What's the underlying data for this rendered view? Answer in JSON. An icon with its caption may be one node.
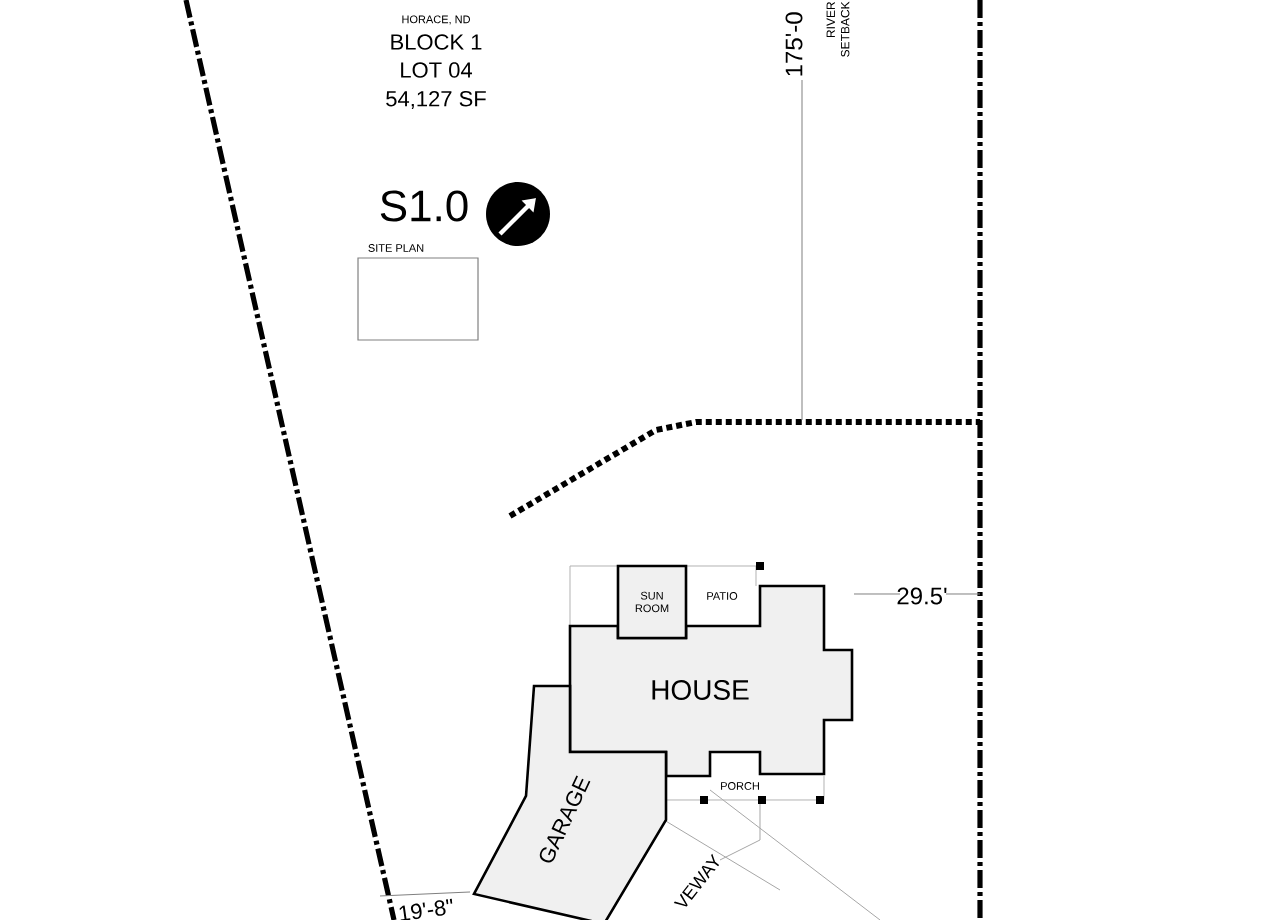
{
  "diagram": {
    "nodes": [
      {
        "text": [
          "HOUSE"
        ]
      },
      {
        "text": [
          "SUN ROOM"
        ]
      },
      {
        "text": [
          "PATIO"
        ]
      },
      {
        "text": [
          "PORCH"
        ]
      },
      {
        "text": [
          "GARAGE"
        ]
      },
      {
        "text": [
          "VEWAY"
        ]
      }
    ],
    "labels": [
      "HORACE, ND",
      "BLOCK 1",
      "LOT 04",
      "54,127 SF",
      "S1.0",
      "SITE PLAN",
      "175'-0",
      "RIVER SETBACK",
      "29.5'",
      "19'-8\""
    ]
  }
}
